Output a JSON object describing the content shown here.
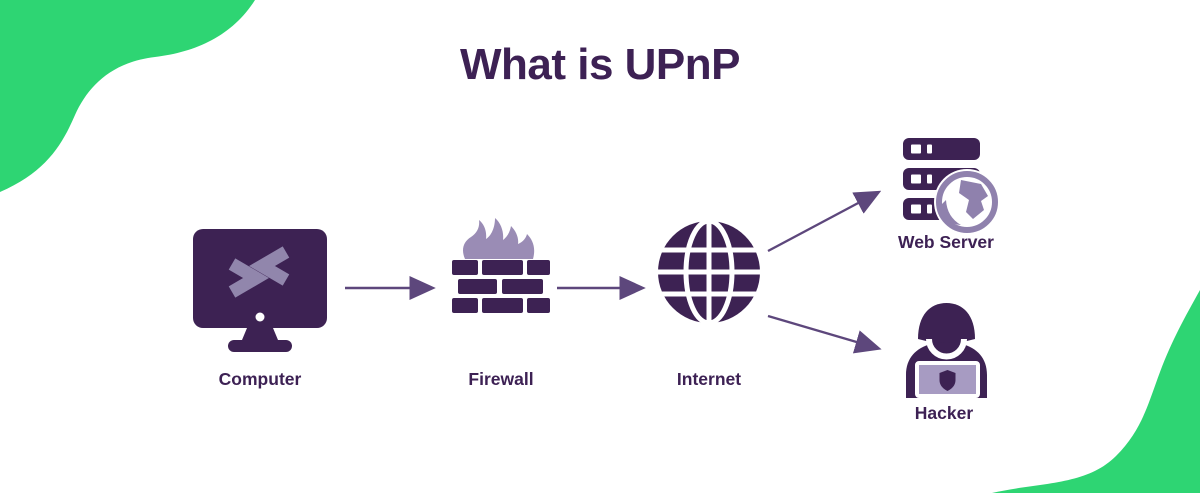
{
  "title": "What is UPnP",
  "nodes": {
    "computer": {
      "label": "Computer",
      "icon": "computer-monitor-icon"
    },
    "firewall": {
      "label": "Firewall",
      "icon": "firewall-brick-flame-icon"
    },
    "internet": {
      "label": "Internet",
      "icon": "globe-grid-icon"
    },
    "web_server": {
      "label": "Web Server",
      "icon": "server-rack-globe-icon"
    },
    "hacker": {
      "label": "Hacker",
      "icon": "hacker-laptop-icon"
    }
  },
  "connections": [
    {
      "from": "computer",
      "to": "firewall"
    },
    {
      "from": "firewall",
      "to": "internet"
    },
    {
      "from": "internet",
      "to": "web_server"
    },
    {
      "from": "internet",
      "to": "hacker"
    }
  ],
  "colors": {
    "background": "#FFFFFF",
    "corner_green": "#2ED573",
    "dark_purple": "#3D2253",
    "text_purple": "#3D2154",
    "mauve": "#9A8CB5",
    "laptop_mauve": "#A79BC2",
    "arrow_purple": "#5D477C"
  }
}
